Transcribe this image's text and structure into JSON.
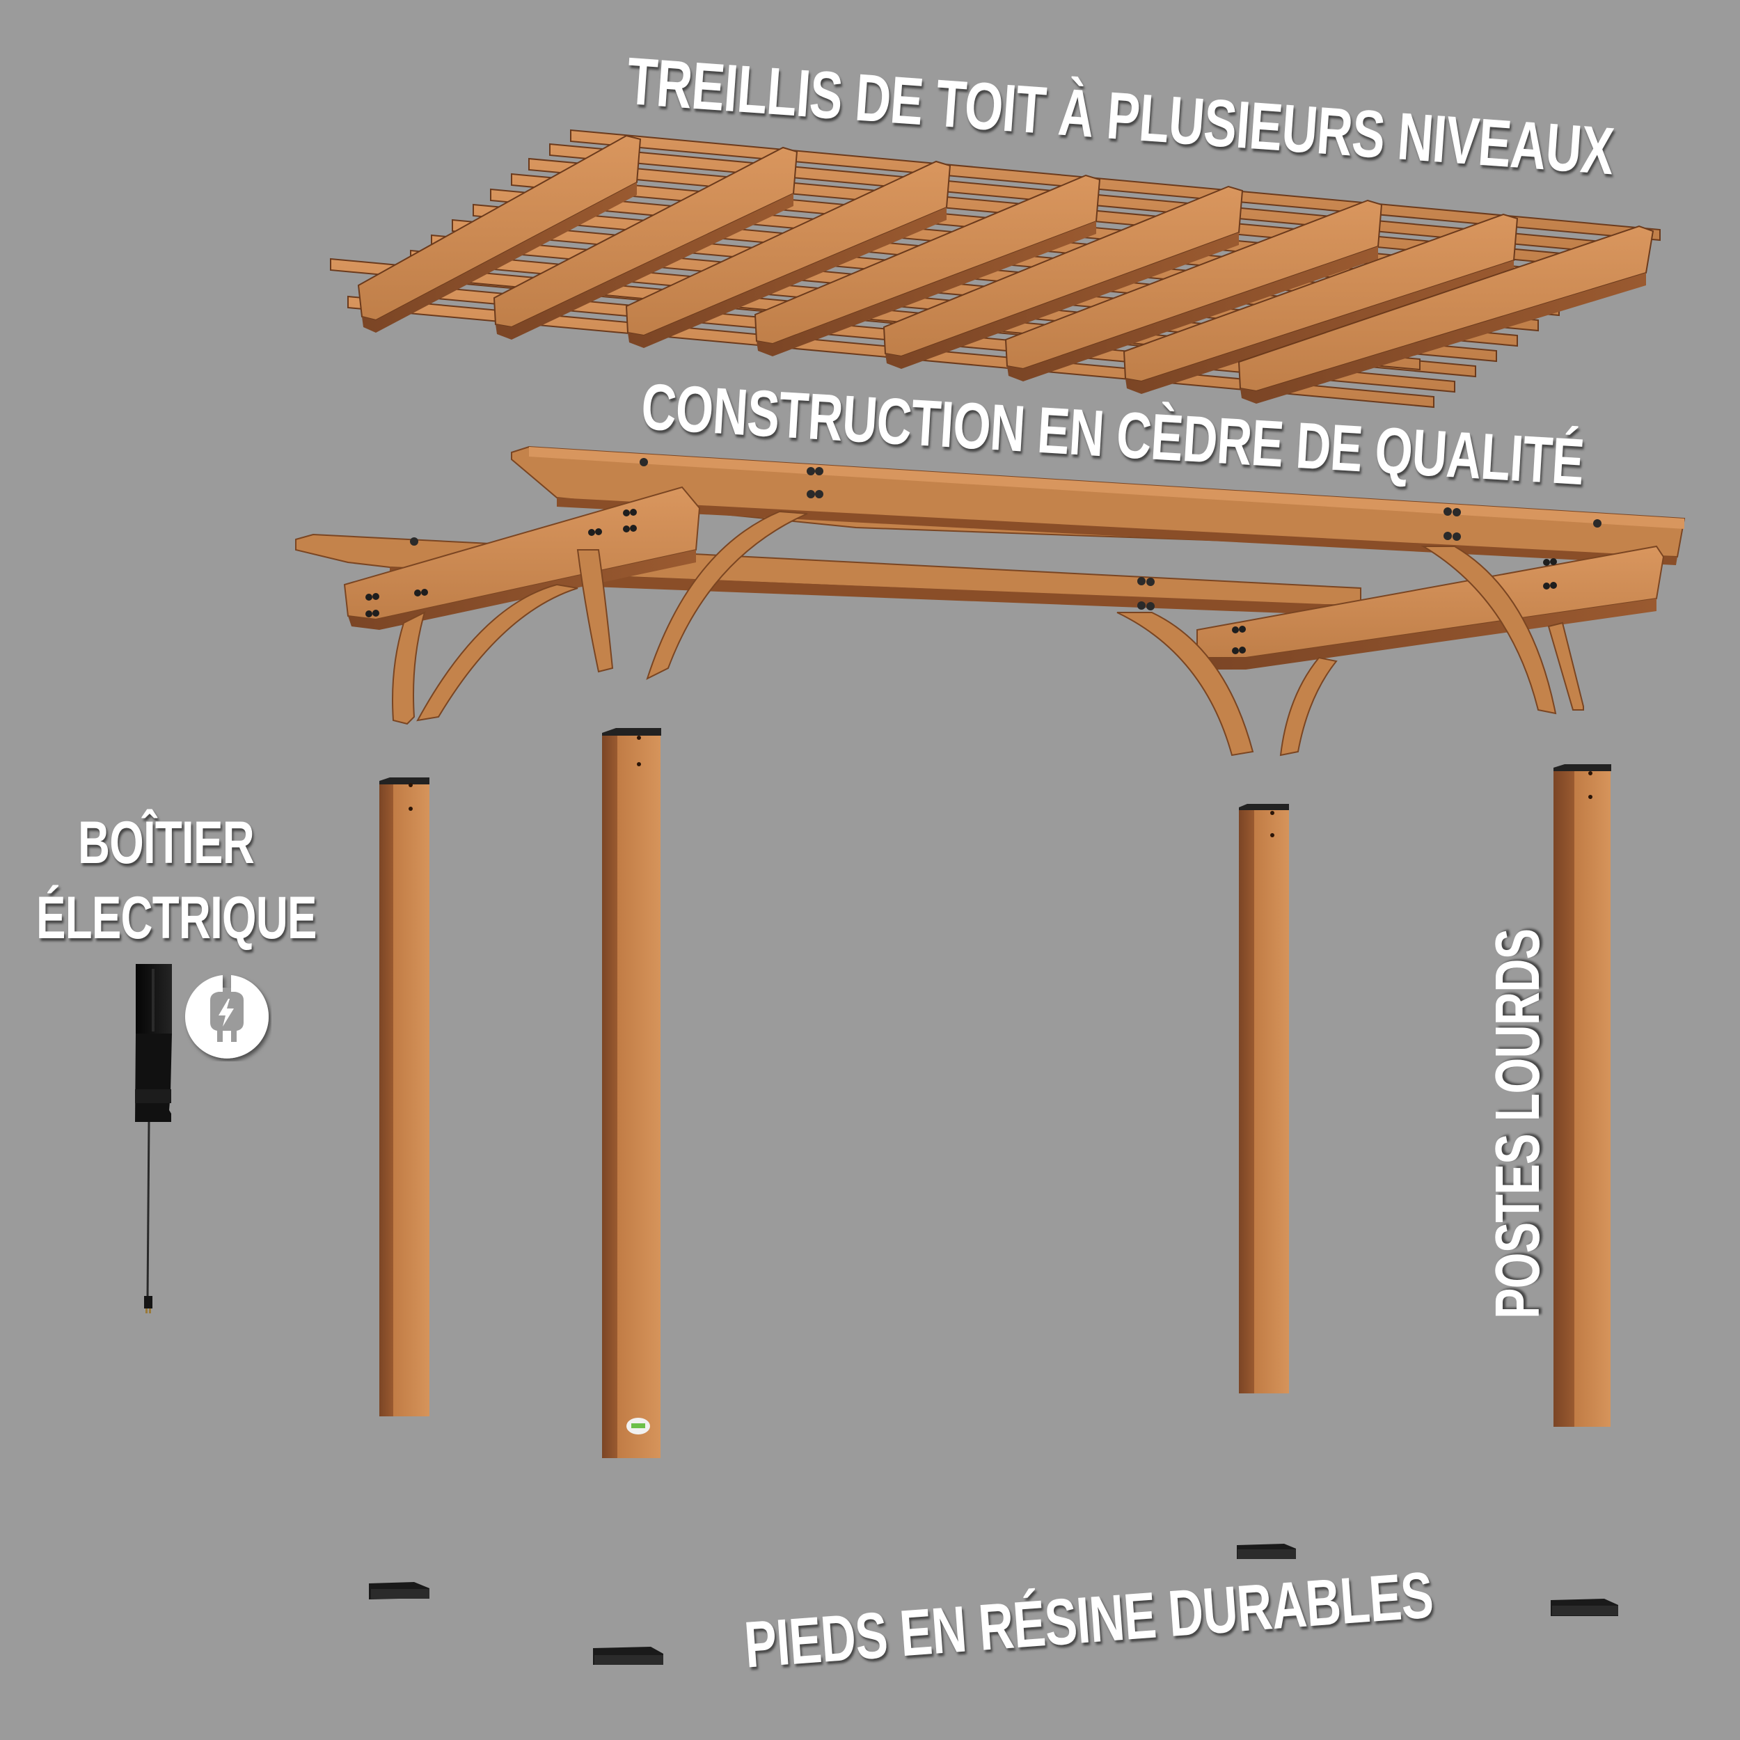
{
  "labels": {
    "roof_trellis": "TREILLIS DE TOIT À PLUSIEURS NIVEAUX",
    "cedar_construction": "CONSTRUCTION EN CÈDRE DE QUALITÉ",
    "electrical_box_line1": "BOÎTIER",
    "electrical_box_line2": "ÉLECTRIQUE",
    "heavy_posts": "POSTES LOURDS",
    "resin_feet": "PIEDS EN RÉSINE DURABLES"
  },
  "icons": {
    "electrical_badge": "plug-lightning-icon"
  },
  "components": {
    "posts_count": 4,
    "feet_count": 4,
    "roof_beams_count": 8
  },
  "colors": {
    "background": "#9b9b9b",
    "cedar_light": "#c98a55",
    "cedar_mid": "#b3723f",
    "cedar_dark": "#7a4522",
    "hardware_black": "#1b1b1b",
    "label_text": "#ffffff"
  }
}
